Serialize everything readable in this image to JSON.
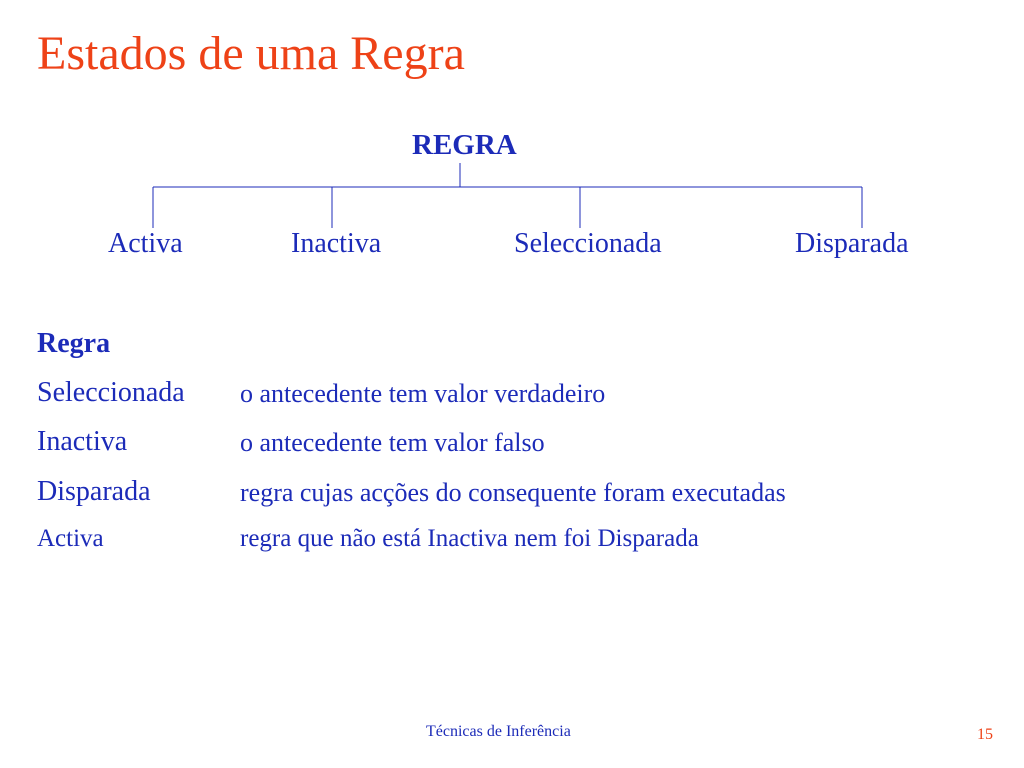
{
  "slide": {
    "title": "Estados de uma Regra",
    "footer": "Técnicas de Inferência",
    "page_number": "15"
  },
  "tree": {
    "root": "REGRA",
    "children": [
      "Activa",
      "Inactiva",
      "Seleccionada",
      "Disparada"
    ]
  },
  "definitions": {
    "header": "Regra",
    "items": [
      {
        "term": "Seleccionada",
        "description": "o antecedente tem valor verdadeiro"
      },
      {
        "term": "Inactiva",
        "description": "o antecedente tem valor falso"
      },
      {
        "term": "Disparada",
        "description": "regra cujas acções do consequente foram executadas"
      },
      {
        "term": "Activa",
        "description": "regra que não está Inactiva nem foi Disparada"
      }
    ]
  },
  "colors": {
    "title": "#ee4217",
    "text": "#1c2bb8",
    "page_number": "#ee4217"
  }
}
